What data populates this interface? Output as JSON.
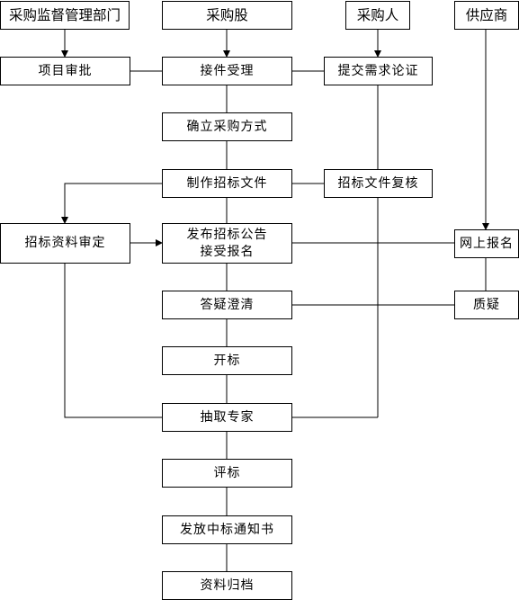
{
  "headers": {
    "supervision": "采购监督管理部门",
    "procurement_unit": "采购股",
    "purchaser": "采购人",
    "supplier": "供应商"
  },
  "steps": {
    "project_approval": "项目审批",
    "accept_entrust": "接件受理",
    "submit_demand": "提交需求论证",
    "determine_method": "确立采购方式",
    "make_tender_docs": "制作招标文件",
    "review_tender_docs": "招标文件复核",
    "tender_review": "招标资料审定",
    "publish_notice": "发布招标公告",
    "accept_registration": "接受报名",
    "online_registration": "网上报名",
    "answer_questions": "答疑澄清",
    "question": "质疑",
    "bid_opening": "开标",
    "draw_experts": "抽取专家",
    "bid_evaluation": "评标",
    "issue_award_notice": "发放中标通知书",
    "archive": "资料归档"
  }
}
